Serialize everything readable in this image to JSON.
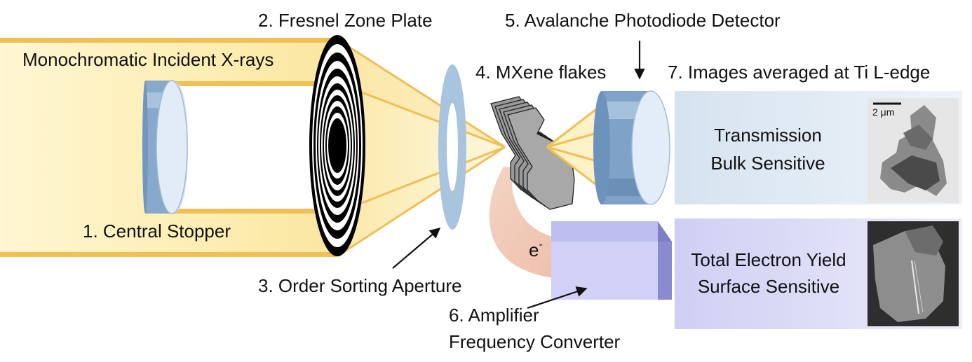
{
  "labels": {
    "incident": "Monochromatic Incident X-rays",
    "stopper": "1. Central Stopper",
    "zone_plate": "2. Fresnel Zone Plate",
    "osa": "3. Order Sorting Aperture",
    "flakes": "4. MXene flakes",
    "apd": "5. Avalanche Photodiode Detector",
    "amplifier_line1": "6. Amplifier",
    "amplifier_line2": "Frequency Converter",
    "images": "7. Images averaged at Ti L-edge",
    "electron": "e",
    "electron_sup": "-"
  },
  "panels": {
    "transmission": {
      "line1": "Transmission",
      "line2": "Bulk Sensitive"
    },
    "tey": {
      "line1": "Total Electron Yield",
      "line2": "Surface Sensitive"
    }
  },
  "scale_bar": "2 μm",
  "colors": {
    "beam": "#f2c15a",
    "beam_fill": "#fbedb6",
    "stopper": "#86a9cc",
    "osa": "#a8c4de",
    "detector": "#7fa3c8",
    "converter": "#c9c9f3",
    "electron_path": "#f1c7b5",
    "panel_transmission": "#dde8f3",
    "panel_tey": "#d8d8f6"
  }
}
